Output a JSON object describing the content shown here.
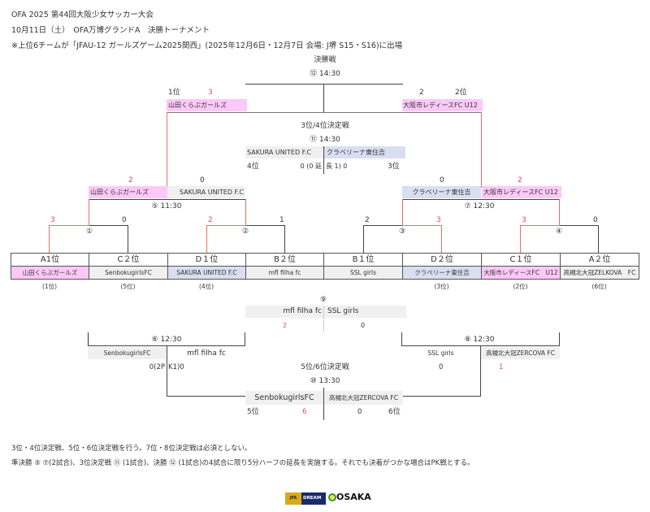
{
  "header": {
    "title": "OFA 2025 第44回大阪少女サッカー大会",
    "subtitle": "10月11日（土）　OFA万博グランドA　決勝トーナメント",
    "note": "※上位6チームが「JFAU-12 ガールズゲーム2025関西」(2025年12月6日・12月7日 会場: J堺 S15・S16)に出場"
  },
  "final": {
    "label": "決勝戦",
    "time": "⑫ 14:30",
    "left_rank": "1位",
    "left_score": "3",
    "left_team": "山田くらぶガールズ",
    "right_score": "2",
    "right_rank": "2位",
    "right_team": "大阪市レディースFC U12"
  },
  "third_place": {
    "label": "3位/4位決定戦",
    "time": "⑪ 14:30",
    "left_team": "SAKURA UNITED F.C",
    "right_team": "クラベリーナ東住吉",
    "left_rank": "4位",
    "score_left": "0 (0 延",
    "score_right": "長 1)  0",
    "right_rank": "3位"
  },
  "semis": [
    {
      "time": "⑤ 11:30",
      "left_score": "2",
      "right_score": "0",
      "left_team": "山田くらぶガールズ",
      "right_team": "SAKURA UNITED F.C"
    },
    {
      "time": "⑦ 12:30",
      "left_score": "0",
      "right_score": "2",
      "left_team": "クラベリーナ東住吉",
      "right_team": "大阪市レディースFC U12"
    }
  ],
  "quarters": [
    {
      "label": "①",
      "left_score": "3",
      "right_score": "0"
    },
    {
      "label": "②",
      "left_score": "2",
      "right_score": "1"
    },
    {
      "label": "③",
      "left_score": "2",
      "right_score": "3"
    },
    {
      "label": "④",
      "left_score": "3",
      "right_score": "0"
    }
  ],
  "seeds": [
    {
      "slot": "A1位",
      "team": "山田くらぶガールズ",
      "final": "(1位)"
    },
    {
      "slot": "C２位",
      "team": "SenbokugirlsFC",
      "final": "(5位)"
    },
    {
      "slot": "D１位",
      "team": "SAKURA UNITED F.C",
      "final": "(4位)"
    },
    {
      "slot": "B２位",
      "team": "mfl filha fc",
      "final": ""
    },
    {
      "slot": "B１位",
      "team": "SSL girls",
      "final": ""
    },
    {
      "slot": "D２位",
      "team": "クラベリーナ東住吉",
      "final": "(3位)"
    },
    {
      "slot": "C１位",
      "team": "大阪市レディースFC　U12",
      "final": "(2位)"
    },
    {
      "slot": "A２位",
      "team": "高槻北大冠ZELKOVA　FC",
      "final": "(6位)"
    }
  ],
  "match9": {
    "label": "⑨",
    "left_team": "mfl filha fc",
    "right_team": "SSL girls",
    "left_score": "2",
    "right_score": "0"
  },
  "match6": {
    "time": "⑥ 12:30",
    "left_team": "SenbokugirlsFC",
    "right_team": "mfl filha fc",
    "score_left": "0(2P",
    "score_right": "K1)0"
  },
  "match8": {
    "time": "⑧ 12:30",
    "left_team": "SSL girls",
    "right_team": "高槻北大冠ZERCOVA FC",
    "left_score": "0",
    "right_score": "1"
  },
  "fifth_place": {
    "label": "5位/6位決定戦",
    "time": "⑩ 13:30",
    "left_team": "SenbokugirlsFC",
    "right_team": "高槻北大冠ZERCOVA FC",
    "left_rank": "5位",
    "left_score": "6",
    "right_score": "0",
    "right_rank": "6位"
  },
  "footer": {
    "line1": "3位・4位決定戦、5位・6位決定戦を行う。7位・8位決定戦は必須としない。",
    "line2": "準決勝 ⑤ ⑦(2試合)、3位決定戦 ⑪ (1試合)、決勝 ⑫ (1試合)の4試合に限り5分ハーフの延長を実施する。それでも決着がつかな場合はPK戦とする。"
  },
  "logos": {
    "jfa": "JFA",
    "dream": "DREAM",
    "osaka": "OSAKA"
  },
  "colors": {
    "winner_line": "#ee6e6e",
    "pink": "#fdc8f7",
    "blue": "#d9dff0",
    "win_score": "#e84a4a"
  }
}
